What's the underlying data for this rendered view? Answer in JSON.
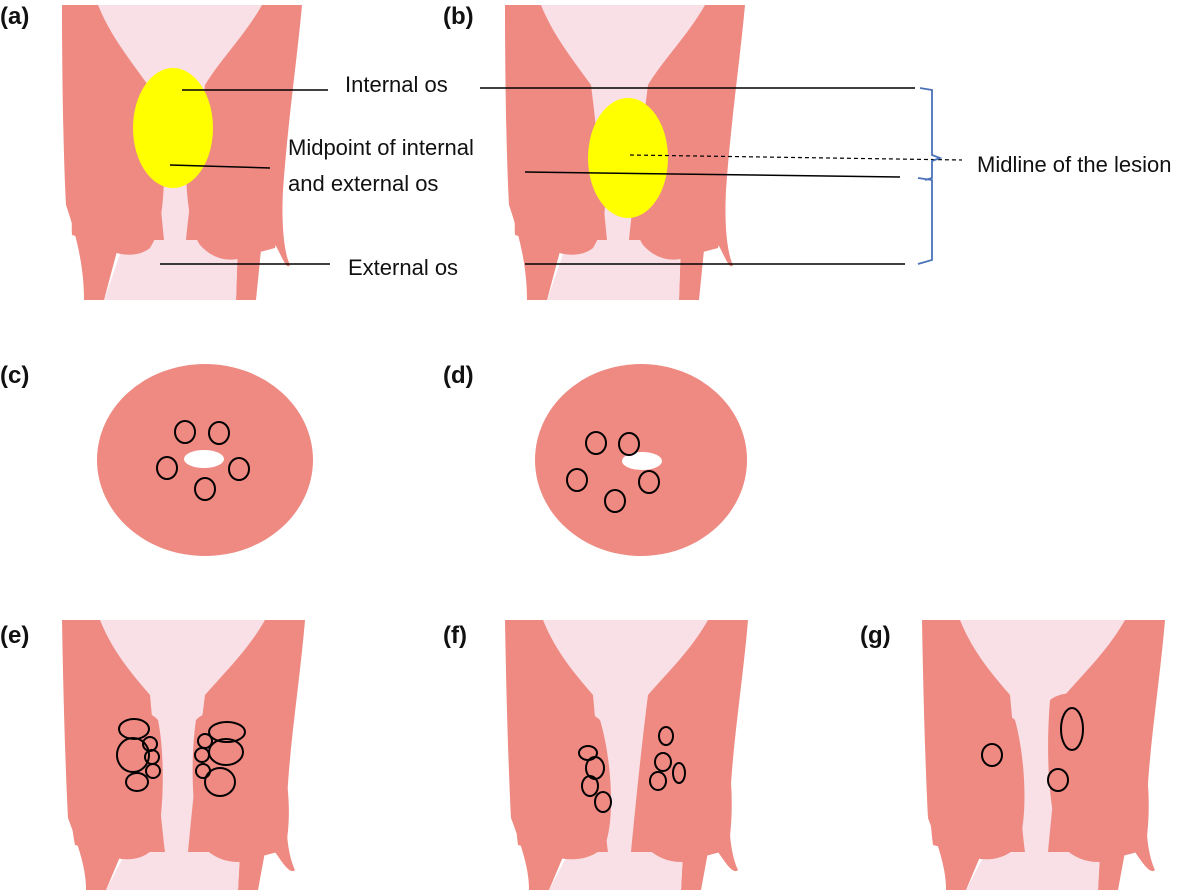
{
  "colors": {
    "tissue": "#ee8a82",
    "lumen": "#f8e0e6",
    "lesion": "#ffff00",
    "os_ring": "#ffffff",
    "bracket": "#4a72b8",
    "line": "#000000"
  },
  "panels": {
    "a": "(a)",
    "b": "(b)",
    "c": "(c)",
    "d": "(d)",
    "e": "(e)",
    "f": "(f)",
    "g": "(g)"
  },
  "annotations": {
    "internal_os": "Internal os",
    "midpoint_line1": "Midpoint of internal",
    "midpoint_line2": "and external os",
    "external_os": "External os",
    "midline_of_lesion": "Midline of the lesion"
  },
  "icons": {
    "lesion": "yellow-lesion-ellipse",
    "gland_cyst": "outlined-gland-ellipse",
    "canal": "white-canal-opening"
  }
}
